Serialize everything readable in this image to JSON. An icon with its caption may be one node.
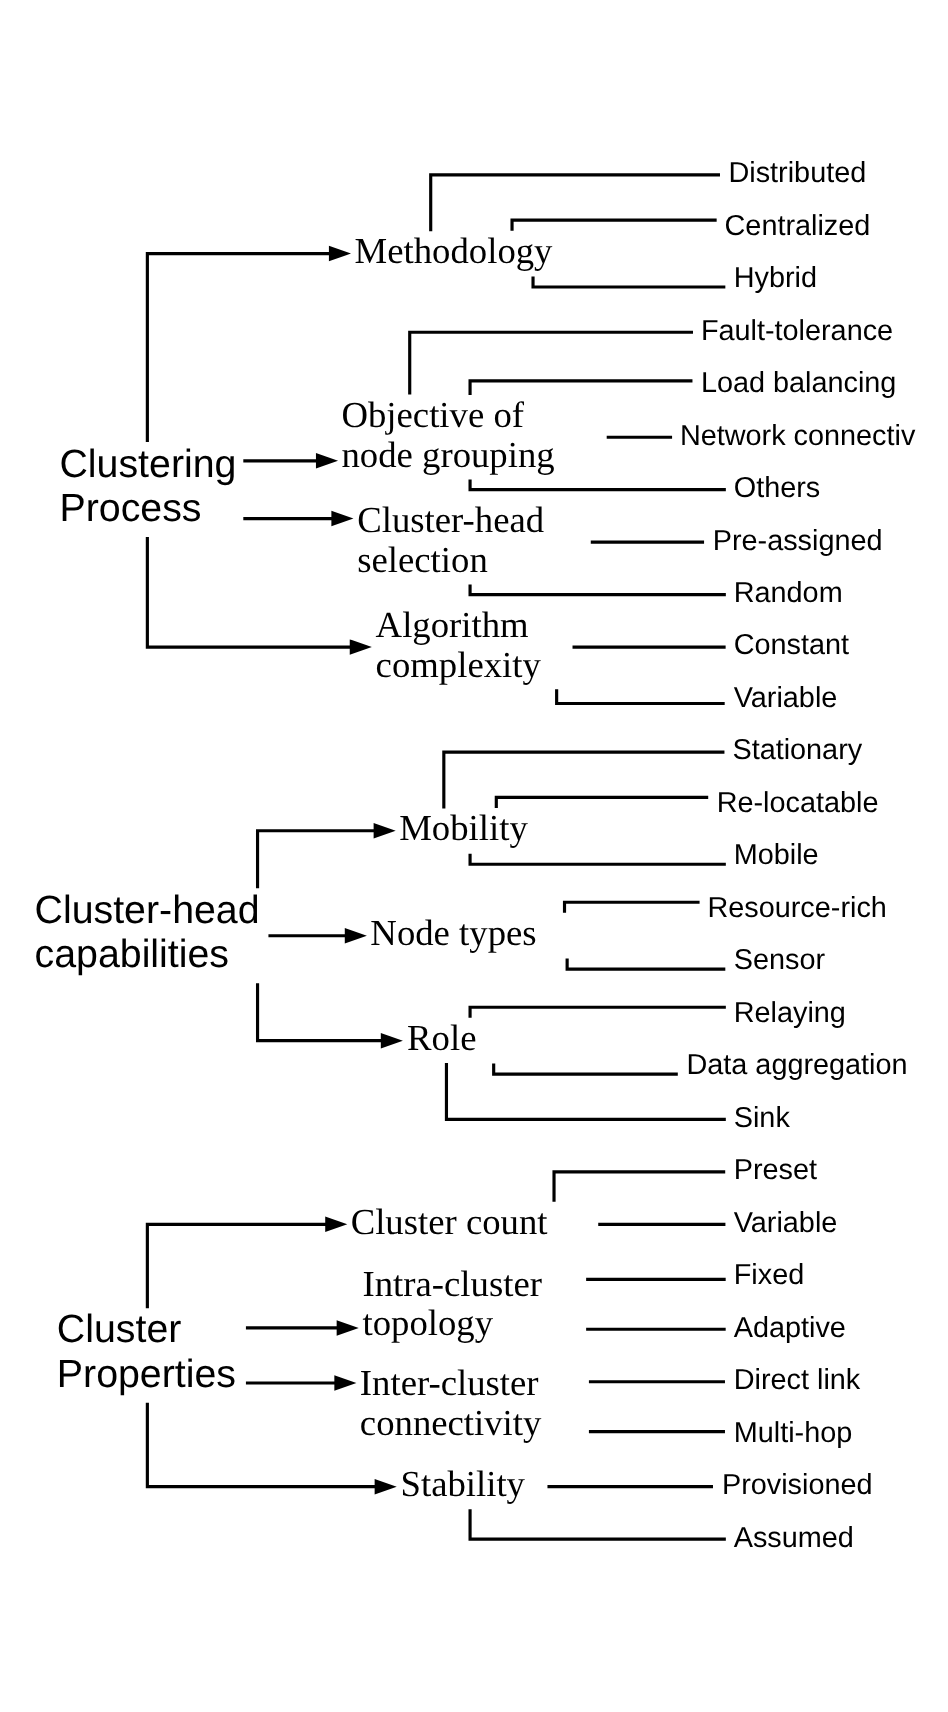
{
  "diagram": {
    "nodes": [
      {
        "text": [
          "Cluster Properties"
        ]
      },
      {
        "text": [
          "Cluster count"
        ]
      },
      {
        "text": [
          "Preset"
        ]
      },
      {
        "text": [
          "Variable"
        ]
      },
      {
        "text": [
          "Intra-cluster topology"
        ]
      },
      {
        "text": [
          "Fixed"
        ]
      },
      {
        "text": [
          "Adaptive"
        ]
      },
      {
        "text": [
          "Inter-cluster connectivity"
        ]
      },
      {
        "text": [
          "Direct link"
        ]
      },
      {
        "text": [
          "Multi-hop"
        ]
      },
      {
        "text": [
          "Stability"
        ]
      },
      {
        "text": [
          "Provisioned"
        ]
      },
      {
        "text": [
          "Assumed"
        ]
      },
      {
        "text": [
          "Cluster-head capabilities"
        ]
      },
      {
        "text": [
          "Mobility"
        ]
      },
      {
        "text": [
          "Stationary"
        ]
      },
      {
        "text": [
          "Re-locatable"
        ]
      },
      {
        "text": [
          "Mobile"
        ]
      },
      {
        "text": [
          "Node types"
        ]
      },
      {
        "text": [
          "Resource-rich"
        ]
      },
      {
        "text": [
          "Sensor"
        ]
      },
      {
        "text": [
          "Role"
        ]
      },
      {
        "text": [
          "Relaying"
        ]
      },
      {
        "text": [
          "Data aggregation"
        ]
      },
      {
        "text": [
          "Sink"
        ]
      },
      {
        "text": [
          "Clustering Process"
        ]
      },
      {
        "text": [
          "Methodology"
        ]
      },
      {
        "text": [
          "Distributed"
        ]
      },
      {
        "text": [
          "Centralized"
        ]
      },
      {
        "text": [
          "Hybrid"
        ]
      },
      {
        "text": [
          "Objective of node grouping"
        ]
      },
      {
        "text": [
          "Fault-tolerance"
        ]
      },
      {
        "text": [
          "Load balancing"
        ]
      },
      {
        "text": [
          "Network connectiv"
        ]
      },
      {
        "text": [
          "Others"
        ]
      },
      {
        "text": [
          "Cluster-head selection"
        ]
      },
      {
        "text": [
          "Pre-assigned"
        ]
      },
      {
        "text": [
          "Random"
        ]
      },
      {
        "text": [
          "Algorithm complexity"
        ]
      },
      {
        "text": [
          "Constant"
        ]
      },
      {
        "text": [
          "Variable"
        ]
      }
    ],
    "edges": [
      {
        "from": 0,
        "to": 1,
        "arrow": "to"
      },
      {
        "from": 1,
        "to": 2,
        "arrow": "none"
      },
      {
        "from": 1,
        "to": 3,
        "arrow": "none"
      },
      {
        "from": 0,
        "to": 4,
        "arrow": "to"
      },
      {
        "from": 4,
        "to": 5,
        "arrow": "none"
      },
      {
        "from": 4,
        "to": 6,
        "arrow": "none"
      },
      {
        "from": 0,
        "to": 7,
        "arrow": "to"
      },
      {
        "from": 7,
        "to": 8,
        "arrow": "none"
      },
      {
        "from": 7,
        "to": 9,
        "arrow": "none"
      },
      {
        "from": 0,
        "to": 10,
        "arrow": "to"
      },
      {
        "from": 10,
        "to": 11,
        "arrow": "none"
      },
      {
        "from": 10,
        "to": 12,
        "arrow": "none"
      },
      {
        "from": 13,
        "to": 14,
        "arrow": "to"
      },
      {
        "from": 14,
        "to": 15,
        "arrow": "none"
      },
      {
        "from": 14,
        "to": 16,
        "arrow": "none"
      },
      {
        "from": 14,
        "to": 17,
        "arrow": "none"
      },
      {
        "from": 13,
        "to": 18,
        "arrow": "to"
      },
      {
        "from": 18,
        "to": 19,
        "arrow": "none"
      },
      {
        "from": 18,
        "to": 20,
        "arrow": "none"
      },
      {
        "from": 13,
        "to": 21,
        "arrow": "to"
      },
      {
        "from": 21,
        "to": 22,
        "arrow": "none"
      },
      {
        "from": 21,
        "to": 23,
        "arrow": "none"
      },
      {
        "from": 21,
        "to": 24,
        "arrow": "none"
      },
      {
        "from": 25,
        "to": 26,
        "arrow": "to"
      },
      {
        "from": 26,
        "to": 27,
        "arrow": "none"
      },
      {
        "from": 26,
        "to": 28,
        "arrow": "none"
      },
      {
        "from": 26,
        "to": 29,
        "arrow": "none"
      },
      {
        "from": 25,
        "to": 30,
        "arrow": "to"
      },
      {
        "from": 30,
        "to": 31,
        "arrow": "none"
      },
      {
        "from": 30,
        "to": 32,
        "arrow": "none"
      },
      {
        "from": 30,
        "to": 33,
        "arrow": "none"
      },
      {
        "from": 30,
        "to": 34,
        "arrow": "none"
      },
      {
        "from": 25,
        "to": 35,
        "arrow": "to"
      },
      {
        "from": 35,
        "to": 36,
        "arrow": "none"
      },
      {
        "from": 35,
        "to": 37,
        "arrow": "none"
      },
      {
        "from": 25,
        "to": 38,
        "arrow": "to"
      },
      {
        "from": 38,
        "to": 39,
        "arrow": "none"
      },
      {
        "from": 38,
        "to": 40,
        "arrow": "none"
      }
    ]
  }
}
